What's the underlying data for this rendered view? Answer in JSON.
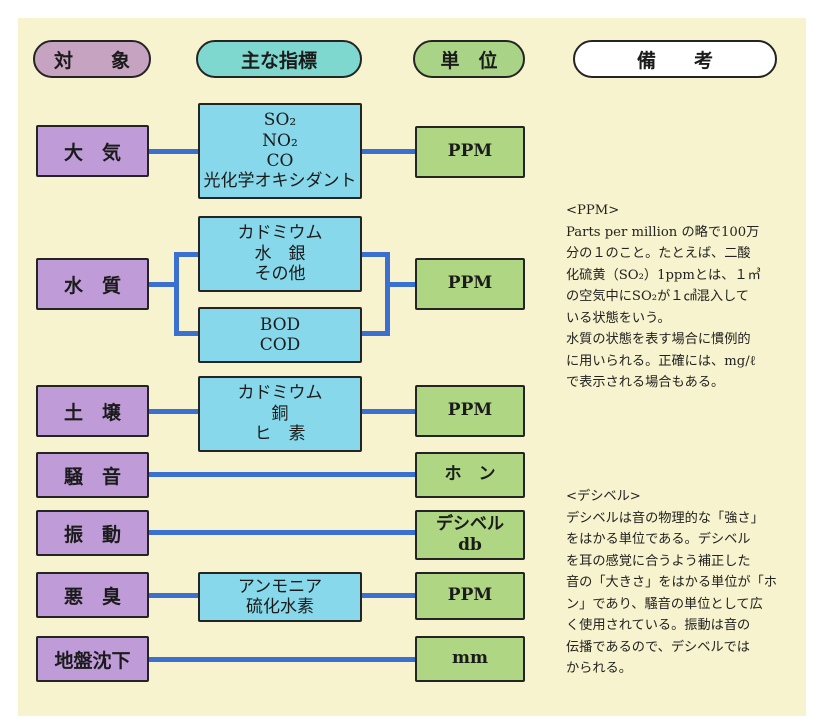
{
  "headers": {
    "target": "対　　象",
    "indicator": "主な指標",
    "unit": "単　位",
    "remarks": "備　　考"
  },
  "rows": [
    {
      "target": "大　気",
      "indicators": [
        [
          "SO₂",
          "NO₂",
          "CO",
          "光化学オキシダント"
        ]
      ],
      "unit": [
        "PPM"
      ]
    },
    {
      "target": "水　質",
      "indicators": [
        [
          "カドミウム",
          "水　銀",
          "その他"
        ],
        [
          "BOD",
          "COD"
        ]
      ],
      "unit": [
        "PPM"
      ]
    },
    {
      "target": "土　壌",
      "indicators": [
        [
          "カドミウム",
          "銅",
          "ヒ　素"
        ]
      ],
      "unit": [
        "PPM"
      ]
    },
    {
      "target": "騒　音",
      "indicators": [],
      "unit": [
        "ホ　ン"
      ]
    },
    {
      "target": "振　動",
      "indicators": [],
      "unit": [
        "デシベル",
        "db"
      ]
    },
    {
      "target": "悪　臭",
      "indicators": [
        [
          "アンモニア",
          "硫化水素"
        ]
      ],
      "unit": [
        "PPM"
      ]
    },
    {
      "target": "地盤沈下",
      "indicators": [],
      "unit": [
        "mm"
      ]
    }
  ],
  "notes": {
    "ppm": {
      "heading": "<PPM>",
      "lines": [
        "Parts per million の略で100万",
        "分の１のこと。たとえば、二酸",
        "化硫黄（SO₂）1ppmとは、１㎥",
        "の空気中にSO₂が１㎤混入して",
        "いる状態をいう。",
        "水質の状態を表す場合に慣例的",
        "に用いられる。正確には、mg/ℓ",
        "で表示される場合もある。"
      ]
    },
    "db": {
      "heading": "<デシベル>",
      "lines": [
        "デシベルは音の物理的な「強さ」",
        "をはかる単位である。デシベル",
        "を耳の感覚に合うよう補正した",
        "音の「大きさ」をはかる単位が「ホ",
        "ン」であり、騒音の単位として広",
        "く使用されている。振動は音の",
        "伝播であるので、デシベルでは",
        "かられる。"
      ]
    }
  },
  "colors": {
    "background": "#f7f3ce",
    "target_box": "#bf9cd8",
    "indicator_box": "#86d8ea",
    "unit_box": "#aed683",
    "connector": "#3b6fd0"
  }
}
